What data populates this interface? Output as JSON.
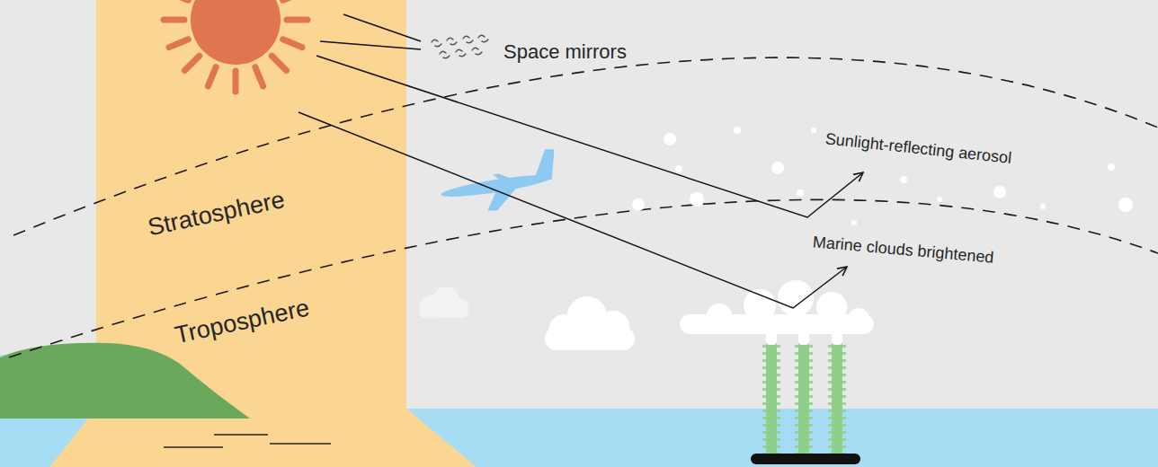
{
  "diagram": {
    "labels": [
      "Space mirrors",
      "Stratosphere",
      "Sunlight-reflecting aerosol",
      "Troposphere",
      "Marine clouds brightened"
    ]
  }
}
